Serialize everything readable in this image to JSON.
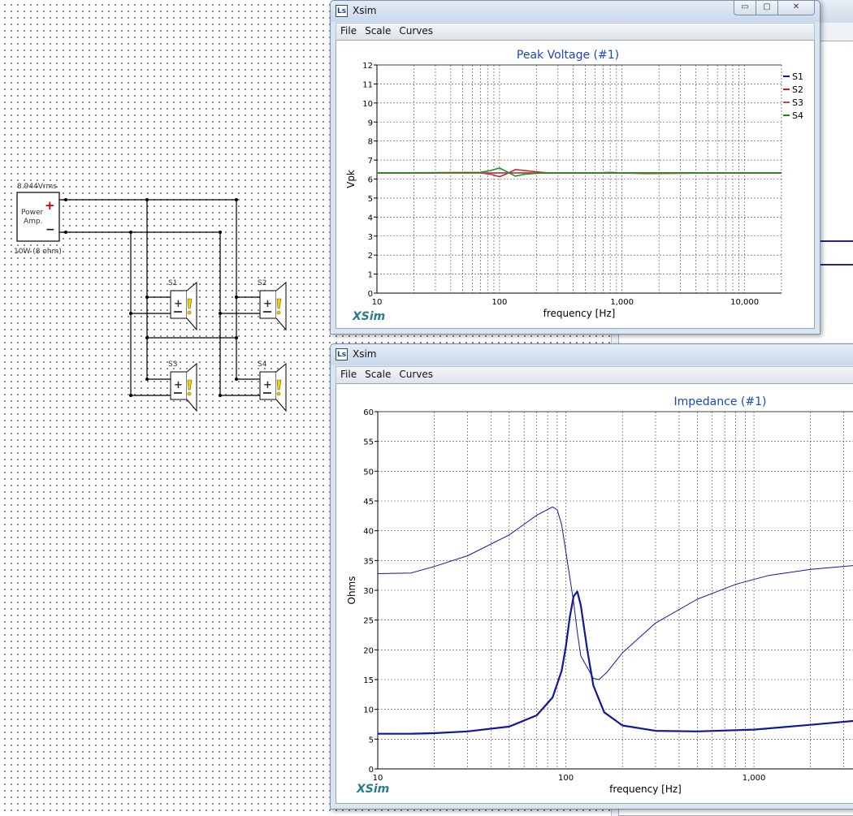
{
  "colors": {
    "s1": "#0a1e9c",
    "s2": "#cc1f1f",
    "s3": "#b85050",
    "s4": "#1e8a1e",
    "imp": "#101898",
    "title_blue": "#1a47c0",
    "brand": "#2a7a90"
  },
  "schematic": {
    "source_voltage": "8.944Vrms",
    "amp_label_line1": "Power",
    "amp_label_line2": "Amp.",
    "amp_rating": "10W (8 ohm)",
    "plus": "+",
    "minus": "−",
    "speakers": [
      "S1",
      "S2",
      "S3",
      "S4"
    ],
    "speaker_icons": [
      "speaker-icon",
      "speaker-icon",
      "speaker-icon",
      "speaker-icon"
    ]
  },
  "window1": {
    "title": "Xsim",
    "controls": {
      "minimize": "▭",
      "maximize": "▢",
      "close": "✕"
    },
    "menu": [
      "File",
      "Scale",
      "Curves"
    ],
    "brand": "XSim",
    "chart_data": {
      "type": "line",
      "title": "Peak Voltage (#1)",
      "xlabel": "frequency [Hz]",
      "ylabel": "Vpk",
      "xscale": "log",
      "xlim": [
        10,
        20000
      ],
      "ylim": [
        0,
        12
      ],
      "xticks": [
        "10",
        "100",
        "1,000",
        "10,000"
      ],
      "yticks": [
        "0",
        "1",
        "2",
        "3",
        "4",
        "5",
        "6",
        "7",
        "8",
        "9",
        "10",
        "11",
        "12"
      ],
      "grid": true,
      "legend": "right",
      "series": [
        {
          "name": "S1",
          "x": [
            10,
            20000
          ],
          "y": [
            6.32,
            6.32
          ]
        },
        {
          "name": "S2",
          "x": [
            10,
            70,
            85,
            100,
            115,
            135,
            160,
            200,
            250,
            20000
          ],
          "y": [
            6.32,
            6.32,
            6.25,
            6.12,
            6.28,
            6.5,
            6.45,
            6.38,
            6.32,
            6.32
          ]
        },
        {
          "name": "S3",
          "x": [
            10,
            600,
            800,
            1500,
            3000,
            6000,
            20000
          ],
          "y": [
            6.32,
            6.32,
            6.35,
            6.28,
            6.3,
            6.32,
            6.32
          ]
        },
        {
          "name": "S4",
          "x": [
            10,
            70,
            85,
            100,
            115,
            135,
            160,
            200,
            250,
            20000
          ],
          "y": [
            6.32,
            6.35,
            6.45,
            6.58,
            6.38,
            6.15,
            6.25,
            6.3,
            6.32,
            6.32
          ]
        }
      ]
    }
  },
  "window2": {
    "title": "Xsim",
    "controls": {
      "minimize": "▭",
      "maximize": "▢",
      "close": "✕"
    },
    "menu": [
      "File",
      "Scale",
      "Curves"
    ],
    "brand": "XSim",
    "chart_data": {
      "type": "line",
      "title": "Impedance (#1)",
      "xlabel": "frequency [Hz]",
      "ylabel": "Ohms",
      "xscale": "log",
      "xlim": [
        10,
        3500
      ],
      "ylim": [
        0,
        60
      ],
      "xticks": [
        "10",
        "100",
        "1,000"
      ],
      "yticks": [
        "0",
        "5",
        "10",
        "15",
        "20",
        "25",
        "30",
        "35",
        "40",
        "45",
        "50",
        "55",
        "60"
      ],
      "grid": true,
      "series": [
        {
          "x": [
            10,
            15,
            20,
            30,
            50,
            70,
            85,
            90,
            95,
            100,
            110,
            115,
            120,
            140,
            150,
            165,
            200,
            300,
            500,
            800,
            1200,
            2000,
            3500
          ],
          "y": [
            32.8,
            32.9,
            34.0,
            35.8,
            39.3,
            42.6,
            44.0,
            43.5,
            41.0,
            36.5,
            28.0,
            23.0,
            19.0,
            15.2,
            15.0,
            16.2,
            19.5,
            24.5,
            28.5,
            31.0,
            32.5,
            33.5,
            34.2
          ]
        },
        {
          "x": [
            10,
            15,
            20,
            30,
            50,
            70,
            85,
            95,
            100,
            105,
            110,
            115,
            120,
            130,
            140,
            160,
            200,
            300,
            500,
            1000,
            2000,
            3500
          ],
          "y": [
            5.9,
            5.9,
            6.0,
            6.3,
            7.1,
            9.0,
            12.0,
            16.5,
            20.5,
            25.5,
            29.0,
            29.8,
            27.5,
            20.0,
            14.0,
            9.5,
            7.3,
            6.4,
            6.3,
            6.6,
            7.4,
            8.1
          ]
        }
      ]
    }
  }
}
